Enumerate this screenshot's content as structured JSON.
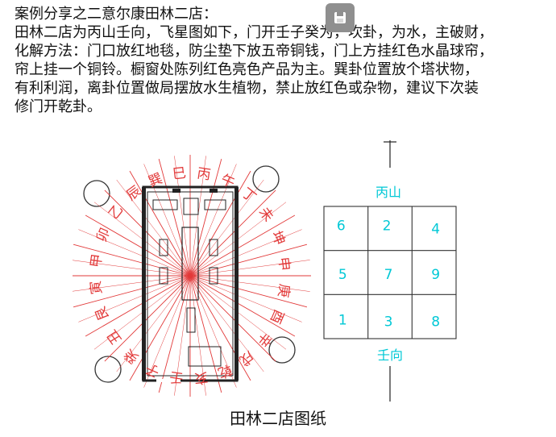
{
  "paragraph": {
    "lines": [
      "案例分享之二意尔康田林二店：",
      "田林二店为丙山壬向，飞星图如下，门开壬子癸为，坎卦，为水，主破财，",
      "化解方法：门口放红地毯，防尘垫下放五帝铜钱，门上方挂红色水晶球帘，",
      "帘上挂一个铜铃。橱窗处陈列红色亮色产品为主。巽卦位置放个塔状物，",
      "有利利润，离卦位置做局摆放水生植物，禁止放红色或杂物，建议下次装",
      "修门开乾卦。"
    ]
  },
  "toolbar": {
    "save_icon": "save-icon"
  },
  "floor_plan": {
    "compass_rings": [
      {
        "ring": "outer",
        "text": "巽 巳 丙 午 丁 未 坤 申 庚 酉 辛 戌 乾 亥 壬 子 癸 丑 艮 寅 甲 卯 乙 辰"
      }
    ],
    "labels": [
      {
        "id": "xun",
        "text": "巽"
      },
      {
        "id": "si",
        "text": "巳"
      },
      {
        "id": "bing",
        "text": "丙"
      },
      {
        "id": "wu",
        "text": "午"
      },
      {
        "id": "ding",
        "text": "丁"
      },
      {
        "id": "wei",
        "text": "未"
      },
      {
        "id": "kun",
        "text": "坤"
      },
      {
        "id": "shen",
        "text": "申"
      },
      {
        "id": "geng",
        "text": "庚"
      },
      {
        "id": "you",
        "text": "酉"
      },
      {
        "id": "xin",
        "text": "辛"
      },
      {
        "id": "xu",
        "text": "戌"
      },
      {
        "id": "qian",
        "text": "乾"
      },
      {
        "id": "hai",
        "text": "亥"
      },
      {
        "id": "ren",
        "text": "壬"
      },
      {
        "id": "zi",
        "text": "子"
      },
      {
        "id": "gui",
        "text": "癸"
      },
      {
        "id": "chou",
        "text": "丑"
      },
      {
        "id": "gen",
        "text": "艮"
      },
      {
        "id": "yin",
        "text": "寅"
      },
      {
        "id": "jia",
        "text": "甲"
      },
      {
        "id": "mao",
        "text": "卯"
      },
      {
        "id": "yi",
        "text": "乙"
      },
      {
        "id": "chen",
        "text": "辰"
      }
    ],
    "line_color": "#e23a3a",
    "wall_color": "#222222"
  },
  "luoshu": {
    "top_label": "丙山",
    "bottom_label": "壬向",
    "label_color": "#00c8d6",
    "number_color": "#00c8d6",
    "grid_color": "#333333",
    "cells": [
      "6",
      "2",
      "4",
      "5",
      "7",
      "9",
      "1",
      "3",
      "8"
    ]
  },
  "caption": "田林二店图纸"
}
